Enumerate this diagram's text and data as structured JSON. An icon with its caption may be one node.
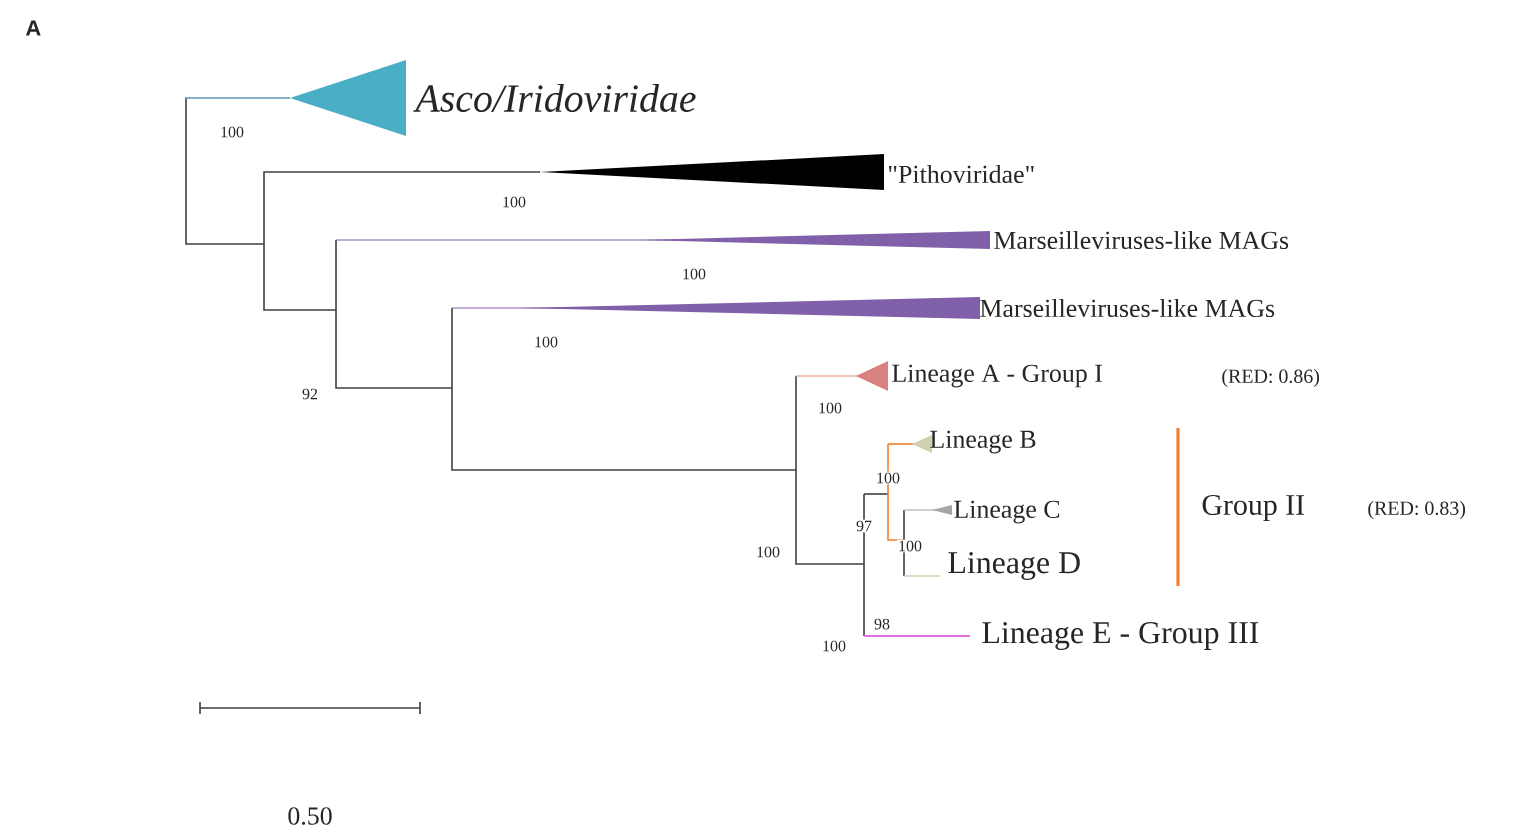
{
  "diagram": {
    "labels": [
      "A",
      "Asco/Iridoviridae",
      "100",
      "\"Pithoviridae\"",
      "100",
      "Marseilleviruses-like MAGs",
      "100",
      "Marseilleviruses-like MAGs",
      "100",
      "92",
      "Lineage A - Group I",
      "(RED: 0.86)",
      "100",
      "Lineage B",
      "100",
      "Group II",
      "(RED: 0.83)",
      "Lineage C",
      "97",
      "100",
      "Lineage D",
      "100",
      "98",
      "Lineage E - Group III",
      "100",
      "0.50"
    ]
  }
}
